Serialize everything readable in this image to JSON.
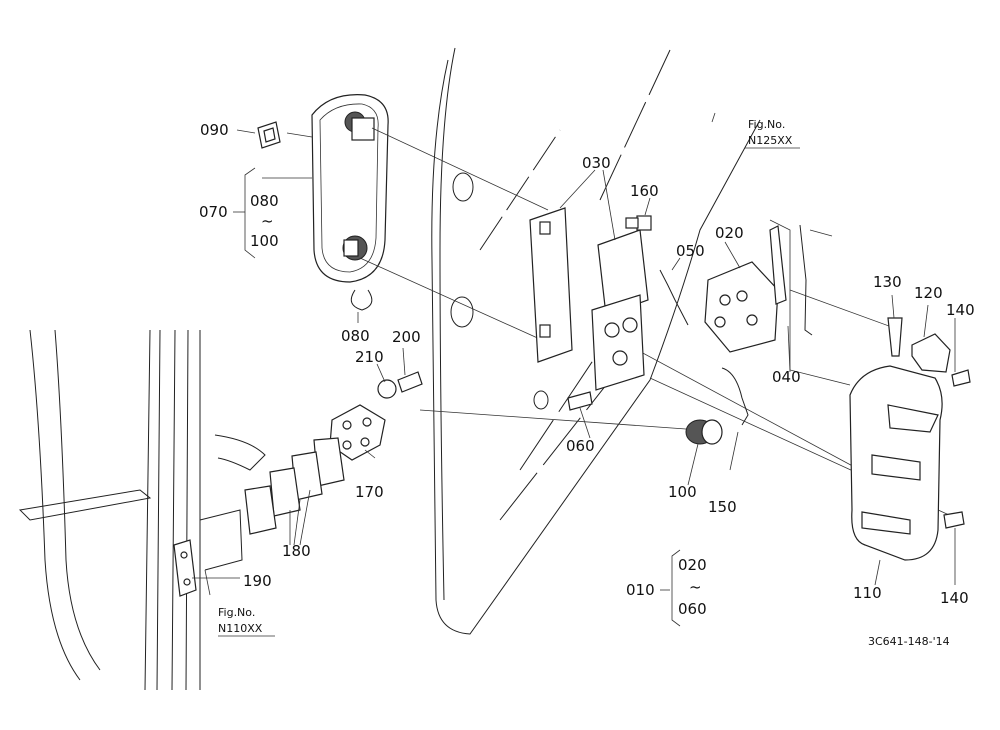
{
  "labels": {
    "p010": "010",
    "p020": "020",
    "p020b": "020",
    "p030": "030",
    "p040": "040",
    "p050": "050",
    "p060": "060",
    "p060b": "060",
    "p070": "070",
    "p080": "080",
    "p080b": "080",
    "p090": "090",
    "p100": "100",
    "p100b": "100",
    "p110": "110",
    "p120": "120",
    "p130": "130",
    "p140a": "140",
    "p140b": "140",
    "p150": "150",
    "p160": "160",
    "p170": "170",
    "p180": "180",
    "p190": "190",
    "p200": "200",
    "p210": "210",
    "tilde": "~"
  },
  "refs": {
    "fig_label": "Fig.No.",
    "fig_n125": "N125XX",
    "fig_n110": "N110XX"
  },
  "drawing_code": "3C641-148-'14"
}
